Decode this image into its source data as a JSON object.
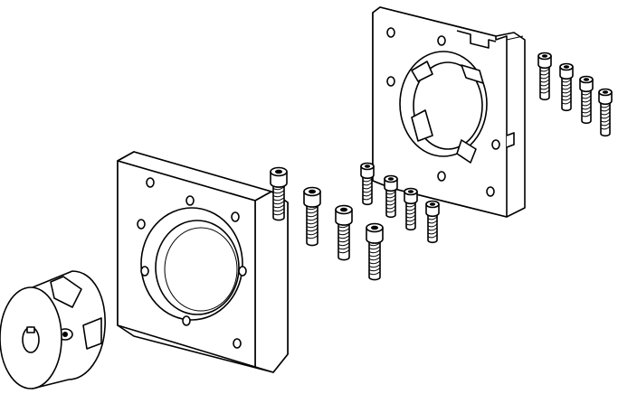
{
  "illustration": {
    "line_color": "#000000",
    "background_color": "#ffffff",
    "parts": [
      "rear-mounting-plate",
      "front-mounting-plate",
      "shaft-coupling",
      "screw-set-large",
      "screw-set-medium",
      "screw-set-small"
    ]
  }
}
